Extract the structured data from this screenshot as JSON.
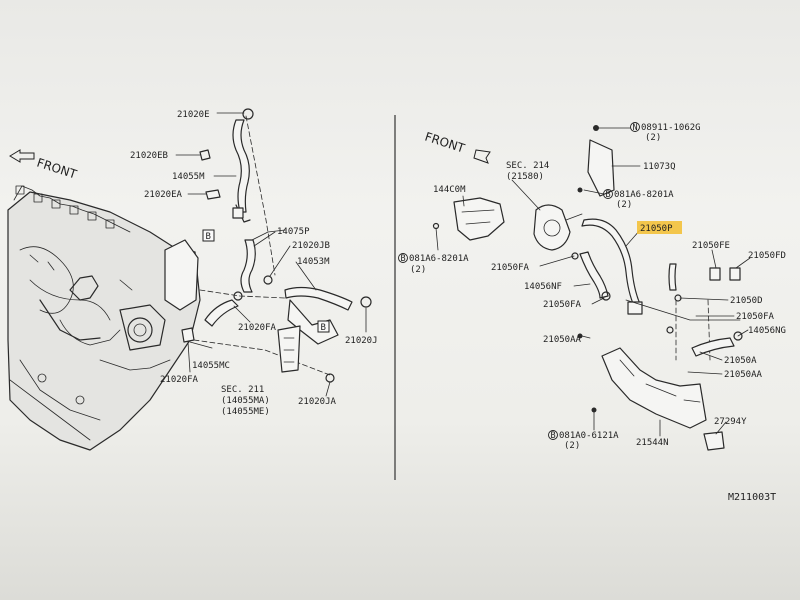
{
  "left_panel": {
    "front_label": "FRONT",
    "parts": {
      "p21020E": "21020E",
      "p21020EB": "21020EB",
      "p14055M": "14055M",
      "p21020EA": "21020EA",
      "p14075P": "14075P",
      "p21020JB": "21020JB",
      "p14053M": "14053M",
      "p21020FA_mid": "21020FA",
      "p21020J": "21020J",
      "p14055MC": "14055MC",
      "p21020FA_low": "21020FA",
      "p21020JA": "21020JA"
    },
    "ref_box_b": "B",
    "sec211": [
      "SEC. 211",
      "(14055MA)",
      "(14055ME)"
    ]
  },
  "right_panel": {
    "front_label": "FRONT",
    "parts": {
      "sec214": [
        "SEC. 214",
        "(21580)"
      ],
      "p144C0M": "144C0M",
      "p081A6_8201A_left": "081A6-8201A",
      "p081A6_8201A_left_qty": "(2)",
      "p21050FA_top": "21050FA",
      "p14056NF": "14056NF",
      "p21050FA_mid": "21050FA",
      "p21050AA": "21050AA",
      "p08911_1062G": "08911-1062G",
      "p08911_1062G_qty": "(2)",
      "p11073Q": "11073Q",
      "p081A6_8201A_right": "081A6-8201A",
      "p081A6_8201A_right_qty": "(2)",
      "p21050P": "21050P",
      "p21050FE": "21050FE",
      "p21050FD": "21050FD",
      "p21050D": "21050D",
      "p21050FA_right": "21050FA",
      "p14056NG": "14056NG",
      "p21050A": "21050A",
      "p21050AA_right": "21050AA",
      "p27294Y": "27294Y",
      "p081A0_6121A": "081A0-6121A",
      "p081A0_6121A_qty": "(2)",
      "p21544N": "21544N",
      "prefix_B": "B",
      "prefix_N": "N"
    }
  },
  "footer": {
    "diagram_id": "M211003T"
  },
  "colors": {
    "highlight": "#f3c13a",
    "ink": "#2a2a2a"
  }
}
